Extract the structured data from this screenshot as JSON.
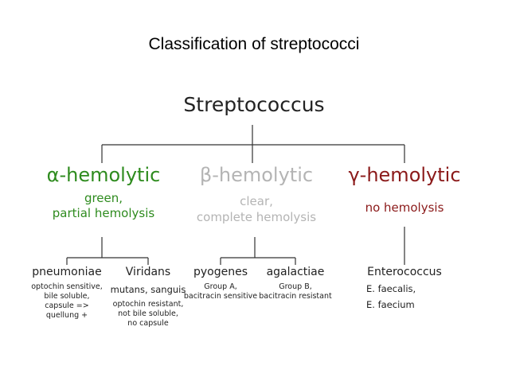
{
  "slide_title": "Classification of streptococci",
  "root": "Streptococcus",
  "colors": {
    "alpha": "#2e8b1e",
    "beta": "#b4b4b4",
    "gamma": "#8b1a1a",
    "text": "#222222",
    "lines": "#333333"
  },
  "groups": [
    {
      "id": "alpha",
      "heading": "α-hemolytic",
      "sub": [
        "green,",
        "partial hemolysis"
      ],
      "children": [
        {
          "name": "pneumoniae",
          "notes": [
            "optochin sensitive,",
            "bile soluble,",
            "capsule =>",
            "quellung +"
          ]
        },
        {
          "name": "Viridans",
          "detail": "mutans, sanguis",
          "notes": [
            "optochin resistant,",
            "not bile soluble,",
            "no capsule"
          ]
        }
      ]
    },
    {
      "id": "beta",
      "heading": "β-hemolytic",
      "sub": [
        "clear,",
        "complete hemolysis"
      ],
      "children": [
        {
          "name": "pyogenes",
          "notes": [
            "Group A,",
            "bacitracin sensitive"
          ]
        },
        {
          "name": "agalactiae",
          "notes": [
            "Group B,",
            "bacitracin resistant"
          ]
        }
      ]
    },
    {
      "id": "gamma",
      "heading": "γ-hemolytic",
      "sub": [
        "no hemolysis"
      ],
      "children": [
        {
          "name": "Enterococcus",
          "notes": [
            "E. faecalis,",
            "E. faecium"
          ]
        }
      ]
    }
  ]
}
